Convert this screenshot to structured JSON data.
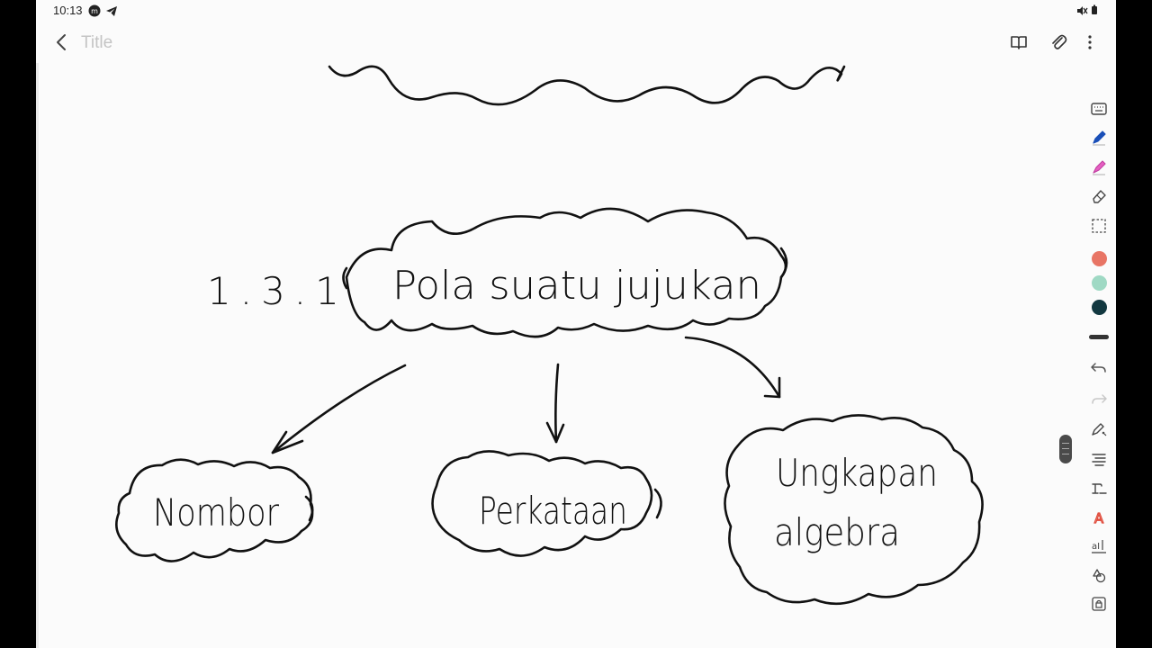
{
  "status_bar": {
    "time": "10:13"
  },
  "note": {
    "title_placeholder": "Title"
  },
  "diagram": {
    "section_number": "1.3.1",
    "main_topic": "Pola suatu jujukan",
    "branches": [
      "Nombor",
      "Perkataan",
      "Ungkapan",
      "algebra"
    ]
  },
  "toolbar": {
    "icons": [
      "book-view-icon",
      "attach-icon",
      "more-options-icon"
    ]
  },
  "pen_colors": [
    "#e87565",
    "#9fd9c4",
    "#123840"
  ],
  "sidebar_tools": [
    "keyboard-icon",
    "pen-icon",
    "highlighter-icon",
    "eraser-icon",
    "selection-icon",
    "undo-icon",
    "redo-icon",
    "pen-settings-icon",
    "text-align-icon",
    "text-style-icon",
    "text-color-icon",
    "text-size-icon",
    "shapes-icon",
    "lock-icon"
  ]
}
